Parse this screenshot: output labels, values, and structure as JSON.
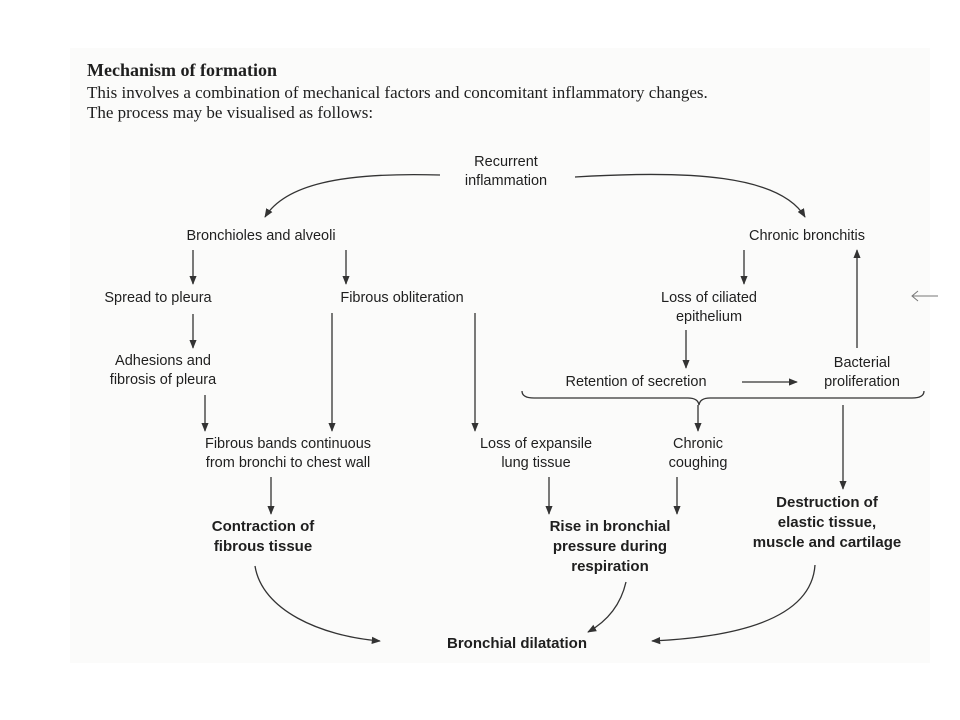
{
  "heading": "Mechanism of formation",
  "intro": [
    "This involves a combination of mechanical factors and concomitant inflammatory changes.",
    "The process may be visualised as follows:"
  ],
  "nodes": {
    "recurrent_inflammation": [
      "Recurrent",
      "inflammation"
    ],
    "bronchioles_alveoli": [
      "Bronchioles and alveoli"
    ],
    "chronic_bronchitis": [
      "Chronic bronchitis"
    ],
    "spread_to_pleura": [
      "Spread to pleura"
    ],
    "fibrous_obliteration": [
      "Fibrous obliteration"
    ],
    "loss_ciliated": [
      "Loss of ciliated",
      "epithelium"
    ],
    "adhesions": [
      "Adhesions and",
      "fibrosis of pleura"
    ],
    "bacterial_proliferation": [
      "Bacterial",
      "proliferation"
    ],
    "retention_secretion": [
      "Retention of secretion"
    ],
    "fibrous_bands": [
      "Fibrous bands continuous",
      "from bronchi to chest wall"
    ],
    "loss_expansile": [
      "Loss of expansile",
      "lung tissue"
    ],
    "chronic_coughing": [
      "Chronic",
      "coughing"
    ],
    "contraction": [
      "Contraction of",
      "fibrous tissue"
    ],
    "rise_pressure": [
      "Rise in bronchial",
      "pressure during",
      "respiration"
    ],
    "destruction": [
      "Destruction of",
      "elastic tissue,",
      "muscle and cartilage"
    ],
    "bronchial_dilatation": [
      "Bronchial dilatation"
    ]
  },
  "margin_mark": "←"
}
